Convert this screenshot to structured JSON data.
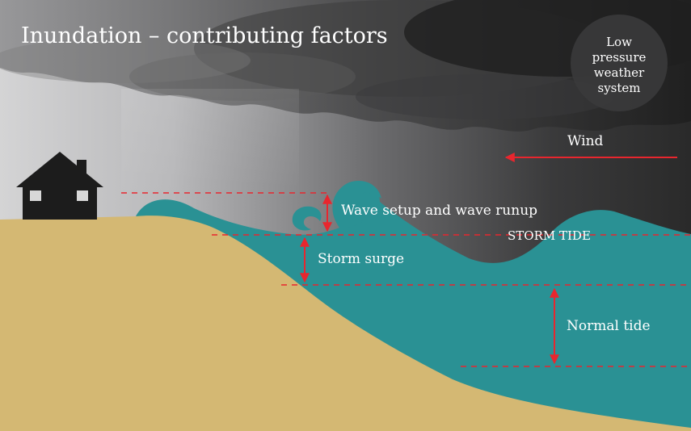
{
  "title": "Inundation – contributing factors",
  "pressure_system": [
    "Low",
    "pressure",
    "weather",
    "system"
  ],
  "wind_label": "Wind",
  "wave_label": "Wave setup and wave runup",
  "storm_tide_label": "STORM TIDE",
  "storm_surge_label": "Storm surge",
  "normal_tide_label": "Normal tide",
  "colors": {
    "sea": "#2a9194",
    "sand": "#d4b873",
    "dashed_line": "#e8262e",
    "arrow": "#e8262e",
    "house": "#1c1c1c",
    "sky_light": "#cfcfd0",
    "sky_dark": "#2b2b2b",
    "text": "#ffffff"
  },
  "icons": [
    "house-icon",
    "wind-arrow-icon",
    "double-arrow-icon",
    "breaking-wave-icon"
  ]
}
